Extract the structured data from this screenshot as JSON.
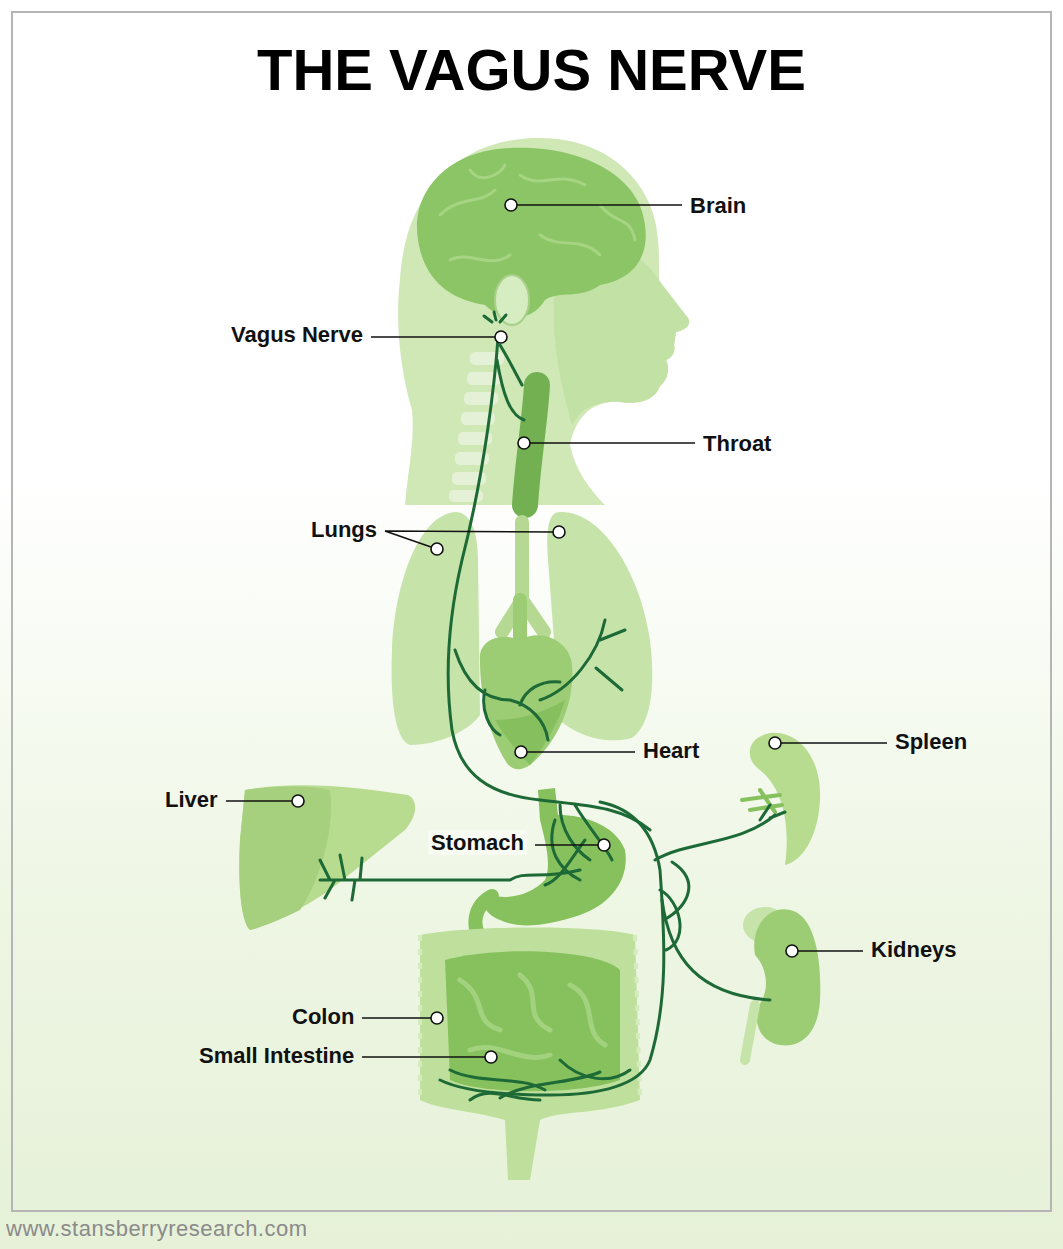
{
  "diagram": {
    "title": "THE VAGUS NERVE",
    "labels": [
      "Brain",
      "Vagus Nerve",
      "Throat",
      "Lungs",
      "Heart",
      "Spleen",
      "Liver",
      "Stomach",
      "Kidneys",
      "Colon",
      "Small Intestine",
      "www.stansberryresearch.com"
    ]
  }
}
